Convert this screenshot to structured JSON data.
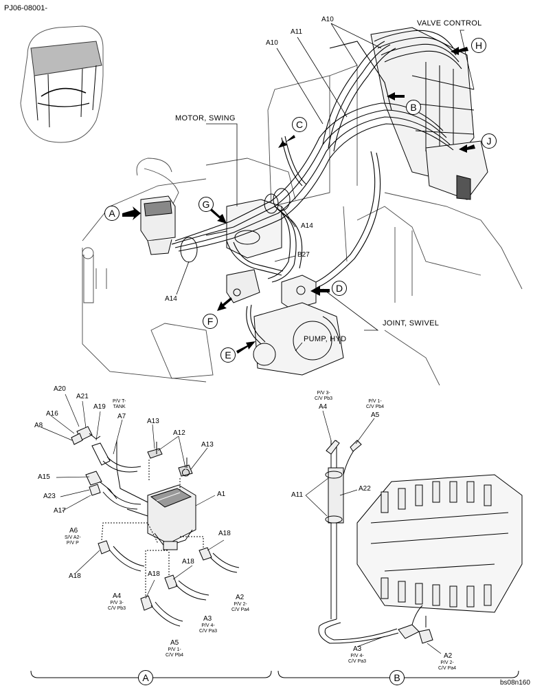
{
  "header": {
    "doc_id": "PJ06-08001-"
  },
  "footer": {
    "image_code": "bs08n160"
  },
  "callouts": {
    "valve_control": "VALVE  CONTROL",
    "motor_swing": "MOTOR, SWING",
    "joint_swivel": "JOINT, SWIVEL",
    "pump_hyd": "PUMP, HYD",
    "b27": "B27"
  },
  "view_letters": [
    "A",
    "B",
    "C",
    "D",
    "E",
    "F",
    "G",
    "H",
    "J"
  ],
  "main_labels": {
    "a10_left": "A10",
    "a11": "A11",
    "a10_top": "A10",
    "a14_right": "A14",
    "a14_left": "A14"
  },
  "detail_a": {
    "a20": "A20",
    "a21": "A21",
    "a19": "A19",
    "a16": "A16",
    "a8": "A8",
    "a7": "A7",
    "a7_note": "P/V T-\nTANK",
    "a13_1": "A13",
    "a12": "A12",
    "a13_2": "A13",
    "a15": "A15",
    "a23": "A23",
    "a17": "A17",
    "a1": "A1",
    "a6": "A6",
    "a6_note": "S/V A2-\nP/V P",
    "a18_1": "A18",
    "a18_2": "A18",
    "a18_3": "A18",
    "a18_4": "A18",
    "a4": "A4",
    "a4_note": "P/V 3-\nC/V Pb3",
    "a3": "A3",
    "a3_note": "P/V 4-\nC/V Pa3",
    "a2": "A2",
    "a2_note": "P/V 2-\nC/V Pa4",
    "a5": "A5",
    "a5_note": "P/V 1-\nC/V Pb4",
    "section": "A"
  },
  "detail_b": {
    "a4": "A4",
    "a4_note": "P/V 3-\nC/V Pb3",
    "a5": "A5",
    "a5_note": "P/V 1-\nC/V Pb4",
    "a11": "A11",
    "a22": "A22",
    "a3": "A3",
    "a3_note": "P/V 4-\nC/V Pa3",
    "a2": "A2",
    "a2_note": "P/V 2-\nC/V Pa4",
    "section": "B"
  }
}
